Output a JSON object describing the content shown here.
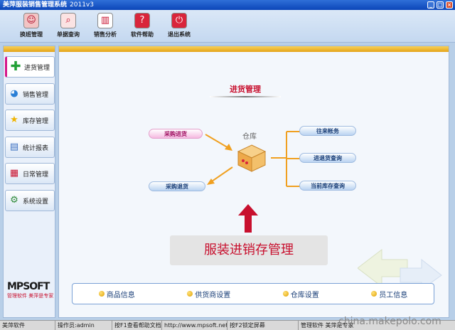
{
  "window": {
    "title": "美萍服装销售管理系统",
    "version": "2011v3"
  },
  "toolbar": [
    {
      "label": "换班管理",
      "icon": "user-switch-icon"
    },
    {
      "label": "单据查询",
      "icon": "search-icon"
    },
    {
      "label": "销售分析",
      "icon": "bar-chart-icon"
    },
    {
      "label": "软件帮助",
      "icon": "help-icon"
    },
    {
      "label": "退出系统",
      "icon": "power-icon"
    }
  ],
  "sidebar": {
    "items": [
      {
        "label": "进货管理",
        "icon": "plus-icon",
        "active": true
      },
      {
        "label": "销售管理",
        "icon": "pie-chart-icon"
      },
      {
        "label": "库存管理",
        "icon": "star-icon"
      },
      {
        "label": "统计报表",
        "icon": "report-icon"
      },
      {
        "label": "日常管理",
        "icon": "calendar-icon"
      },
      {
        "label": "系统设置",
        "icon": "gear-icon"
      }
    ],
    "brand_logo": "MPSOFT",
    "brand_slogan": "管理软件 美萍是专家"
  },
  "main": {
    "title": "进货管理",
    "warehouse_label": "仓库",
    "left_buttons": [
      "采购进货",
      "采购退货"
    ],
    "right_buttons": [
      "往来帐务",
      "进退货查询",
      "当前库存查询"
    ],
    "banner": "服装进销存管理",
    "bottom_links": [
      "商品信息",
      "供货商设置",
      "仓库设置",
      "员工信息"
    ]
  },
  "status": [
    "美萍软件",
    "操作员:admin",
    "按F1查看帮助文档",
    "http://www.mpsoft.net",
    "按F2锁定屏幕",
    "管理软件  美萍是专家"
  ],
  "watermark": "china.makepolo.com"
}
